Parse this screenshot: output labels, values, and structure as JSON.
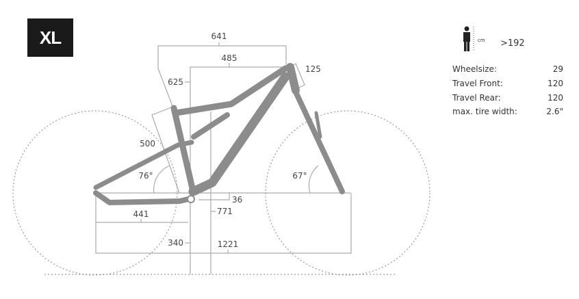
{
  "size_label": "XL",
  "rider": {
    "icon": "person-height-icon",
    "unit": "cm",
    "height": ">192"
  },
  "specs": [
    {
      "label": "Wheelsize:",
      "value": "29"
    },
    {
      "label": "Travel Front:",
      "value": "120"
    },
    {
      "label": "Travel Rear:",
      "value": "120"
    },
    {
      "label": "max. tire width:",
      "value": "2.6\""
    }
  ],
  "geometry": {
    "top_tube": "641",
    "reach": "485",
    "stack": "625",
    "head_tube": "125",
    "seat_tube": "500",
    "seat_angle": "76°",
    "head_angle": "67°",
    "bb_drop": "36",
    "standover": "771",
    "chainstay": "441",
    "bb_height": "340",
    "wheelbase": "1221"
  },
  "colors": {
    "frame": "#8c8c8c",
    "lines": "#999999",
    "badge": "#1a1a1a"
  }
}
